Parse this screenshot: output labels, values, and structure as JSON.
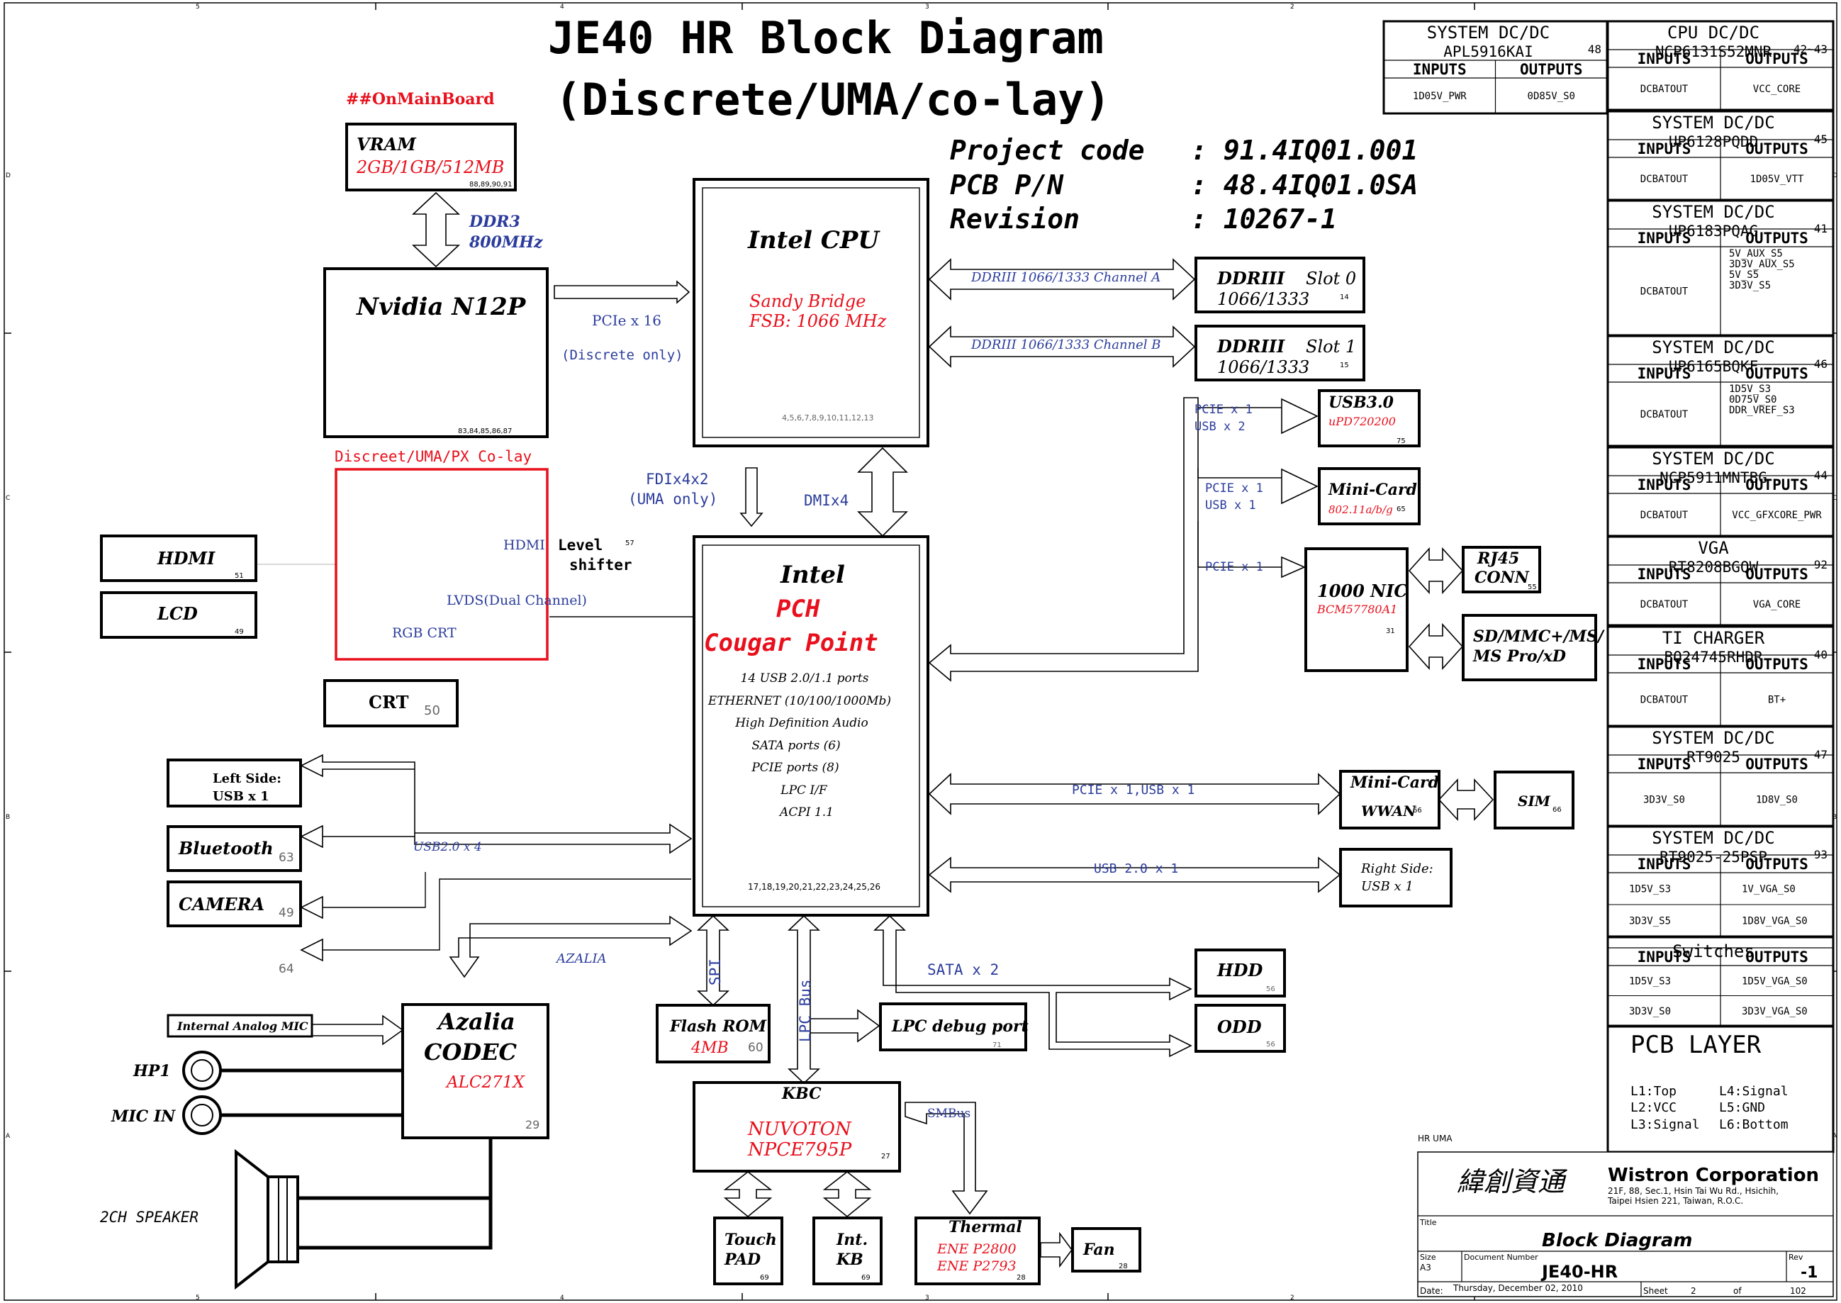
{
  "header": {
    "title_line1": "JE40 HR Block Diagram",
    "title_line2": "(Discrete/UMA/co-lay)",
    "onmainboard": "##OnMainBoard",
    "project_code_label": "Project code",
    "project_code_value": ": 91.4IQ01.001",
    "pcb_pn_label": "PCB P/N",
    "pcb_pn_value": ": 48.4IQ01.0SA",
    "revision_label": "Revision",
    "revision_value": ": 10267-1"
  },
  "blocks": {
    "vram": {
      "title": "VRAM",
      "sub": "2GB/1GB/512MB",
      "page": "88,89,90,91"
    },
    "gpu": {
      "title": "Nvidia N12P",
      "page": "83,84,85,86,87"
    },
    "cpu": {
      "title": "Intel CPU",
      "sub1": "Sandy Bridge",
      "sub2": "FSB: 1066 MHz",
      "page": "4,5,6,7,8,9,10,11,12,13"
    },
    "ddr_slot0": {
      "title": "DDRIII",
      "slot": "Slot 0",
      "speed": "1066/1333",
      "page": "14"
    },
    "ddr_slot1": {
      "title": "DDRIII",
      "slot": "Slot 1",
      "speed": "1066/1333",
      "page": "15"
    },
    "usb3": {
      "title": "USB3.0",
      "sub": "uPD720200",
      "page": "75"
    },
    "minicard_wlan": {
      "title": "Mini-Card",
      "sub": "802.11a/b/g",
      "page": "65"
    },
    "nic": {
      "title": "1000 NIC",
      "sub": "BCM57780A1",
      "page": "31"
    },
    "rj45": {
      "title1": "RJ45",
      "title2": "CONN",
      "page": "55"
    },
    "sdmmc": {
      "line1": "SD/MMC+/MS/",
      "line2": "MS Pro/xD"
    },
    "hdmi": {
      "title": "HDMI",
      "page": "51"
    },
    "lcd": {
      "title": "LCD",
      "page": "49"
    },
    "crt": {
      "title": "CRT",
      "page": "50"
    },
    "pch": {
      "title1": "Intel",
      "title2": "PCH",
      "title3": "Cougar Point",
      "features": [
        "14 USB 2.0/1.1 ports",
        "ETHERNET (10/100/1000Mb)",
        "High Definition Audio",
        "SATA ports (6)",
        "PCIE ports (8)",
        "LPC I/F",
        "ACPI 1.1"
      ],
      "page": "17,18,19,20,21,22,23,24,25,26"
    },
    "left_usb": {
      "line1": "Left Side:",
      "line2": "USB x 1"
    },
    "bluetooth": {
      "title": "Bluetooth",
      "page": "63"
    },
    "camera": {
      "title": "CAMERA",
      "page": "49"
    },
    "port64": {
      "page": "64"
    },
    "minicard_wwan": {
      "title": "Mini-Card",
      "sub": "WWAN",
      "page": "66"
    },
    "sim": {
      "title": "SIM",
      "page": "66"
    },
    "right_usb": {
      "line1": "Right Side:",
      "line2": "USB x 1"
    },
    "hdd": {
      "title": "HDD",
      "page": "56"
    },
    "odd": {
      "title": "ODD",
      "page": "56"
    },
    "flash": {
      "title": "Flash ROM",
      "sub": "4MB",
      "page": "60"
    },
    "lpc_debug": {
      "title": "LPC debug port",
      "page": "71"
    },
    "kbc": {
      "title": "KBC",
      "sub1": "NUVOTON",
      "sub2": "NPCE795P",
      "page": "27"
    },
    "touchpad": {
      "line1": "Touch",
      "line2": "PAD",
      "page": "69"
    },
    "intkb": {
      "line1": "Int.",
      "line2": "KB",
      "page": "69"
    },
    "thermal": {
      "title": "Thermal",
      "sub1": "ENE P2800",
      "sub2": "ENE P2793",
      "page": "28"
    },
    "fan": {
      "title": "Fan",
      "page": "28"
    },
    "codec": {
      "title1": "Azalia",
      "title2": "CODEC",
      "sub": "ALC271X",
      "page": "29"
    },
    "mic_internal": {
      "title": "Internal Analog MIC"
    },
    "hp1": {
      "label": "HP1"
    },
    "micin": {
      "label": "MIC IN"
    },
    "speaker": {
      "label": "2CH SPEAKER"
    }
  },
  "labels": {
    "ddr3": "DDR3",
    "ddr3_speed": "800MHz",
    "pcie16": "PCIe x 16",
    "discrete_only": "(Discrete only)",
    "colay": "Discreet/UMA/PX Co-lay",
    "chA": "DDRIII 1066/1333 Channel A",
    "chB": "DDRIII 1066/1333 Channel B",
    "fdi1": "FDIx4x2",
    "fdi2": "(UMA only)",
    "dmi": "DMIx4",
    "hdmi_lbl": "HDMI",
    "level1": "Level",
    "level_page": "57",
    "level2": "shifter",
    "lvds": "LVDS(Dual Channel)",
    "rgbcrt": "RGB CRT",
    "pcie_usb3_1": "PCIE x 1",
    "pcie_usb3_2": "USB x 2",
    "pcie_mc_1": "PCIE x 1",
    "pcie_mc_2": "USB x 1",
    "pcie_nic": "PCIE x 1",
    "usb2x4": "USB2.0 x 4",
    "wwan_bus": "PCIE x 1,USB x 1",
    "usb2x1": "USB 2.0 x 1",
    "sata": "SATA x 2",
    "azalia": "AZALIA",
    "spi": "SPI",
    "lpcbus": "LPC Bus",
    "smbus": "SMBus"
  },
  "power_table": [
    {
      "title": "SYSTEM DC/DC",
      "part": "APL5916KAI",
      "page": "48",
      "in_label": "INPUTS",
      "out_label": "OUTPUTS",
      "inputs": "1D05V_PWR",
      "outputs": [
        "0D85V_S0"
      ]
    },
    {
      "title": "CPU DC/DC",
      "part": "NCP6131S52MNR",
      "page": "42~43",
      "in_label": "INPUTS",
      "out_label": "OUTPUTS",
      "inputs": "DCBATOUT",
      "outputs": [
        "VCC_CORE"
      ]
    },
    {
      "title": "SYSTEM DC/DC",
      "part": "UP6128PQDD",
      "page": "45",
      "in_label": "INPUTS",
      "out_label": "OUTPUTS",
      "inputs": "DCBATOUT",
      "outputs": [
        "1D05V_VTT"
      ]
    },
    {
      "title": "SYSTEM DC/DC",
      "part": "UP6183PQAG",
      "page": "41",
      "in_label": "INPUTS",
      "out_label": "OUTPUTS",
      "inputs": "DCBATOUT",
      "outputs": [
        "5V_AUX_S5",
        "3D3V_AUX_S5",
        "5V_S5",
        "3D3V_S5"
      ]
    },
    {
      "title": "SYSTEM DC/DC",
      "part": "UP6165BQKF",
      "page": "46",
      "in_label": "INPUTS",
      "out_label": "OUTPUTS",
      "inputs": "DCBATOUT",
      "outputs": [
        "1D5V_S3",
        "0D75V_S0",
        "DDR_VREF_S3"
      ]
    },
    {
      "title": "SYSTEM DC/DC",
      "part": "NCP5911MNTBG",
      "page": "44",
      "in_label": "INPUTS",
      "out_label": "OUTPUTS",
      "inputs": "DCBATOUT",
      "outputs": [
        "VCC_GFXCORE_PWR"
      ]
    },
    {
      "title": "VGA",
      "part": "RT8208BGQW",
      "page": "92",
      "in_label": "INPUTS",
      "out_label": "OUTPUTS",
      "inputs": "DCBATOUT",
      "outputs": [
        "VGA_CORE"
      ]
    },
    {
      "title": "TI CHARGER",
      "part": "BQ24745RHDR",
      "page": "40",
      "in_label": "INPUTS",
      "out_label": "OUTPUTS",
      "inputs": "DCBATOUT",
      "outputs": [
        "BT+"
      ]
    },
    {
      "title": "SYSTEM DC/DC",
      "part": "RT9025",
      "page": "47",
      "in_label": "INPUTS",
      "out_label": "OUTPUTS",
      "inputs": "3D3V_S0",
      "outputs": [
        "1D8V_S0"
      ]
    },
    {
      "title": "SYSTEM DC/DC",
      "part": "RT9025-25PSP",
      "page": "93",
      "in_label": "INPUTS",
      "out_label": "OUTPUTS",
      "rows": [
        [
          "1D5V_S3",
          "1V_VGA_S0"
        ],
        [
          "3D3V_S5",
          "1D8V_VGA_S0"
        ]
      ]
    },
    {
      "title": "Switches",
      "in_label": "INPUTS",
      "out_label": "OUTPUTS",
      "rows": [
        [
          "1D5V_S3",
          "1D5V_VGA_S0"
        ],
        [
          "3D3V_S0",
          "3D3V_VGA_S0"
        ]
      ]
    }
  ],
  "pcb_layer": {
    "title": "PCB LAYER",
    "layers": [
      "L1:Top",
      "L4:Signal",
      "L2:VCC",
      "L5:GND",
      "L3:Signal",
      "L6:Bottom"
    ]
  },
  "titleblock": {
    "hr_uma": "HR UMA",
    "company_cn": "緯創資通",
    "company": "Wistron Corporation",
    "addr1": "21F, 88, Sec.1, Hsin Tai Wu Rd., Hsichih,",
    "addr2": "Taipei Hsien 221, Taiwan, R.O.C.",
    "title_label": "Title",
    "title": "Block Diagram",
    "size_label": "Size",
    "size": "A3",
    "docnum_label": "Document Number",
    "docnum": "JE40-HR",
    "rev_label": "Rev",
    "rev": "-1",
    "date_label": "Date:",
    "date": "Thursday, December 02, 2010",
    "sheet_label": "Sheet",
    "sheet": "2",
    "of_label": "of",
    "total": "102"
  },
  "border": {
    "top_numbers": [
      "5",
      "4",
      "3",
      "2"
    ],
    "side_letters": [
      "D",
      "C",
      "B",
      "A"
    ]
  }
}
